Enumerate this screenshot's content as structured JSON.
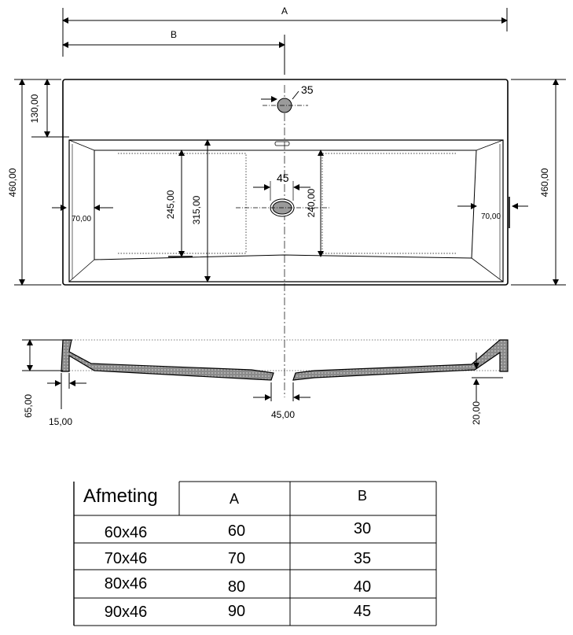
{
  "top_dimensions": {
    "a": "A",
    "b": "B"
  },
  "plan_view": {
    "depth_left": "460,00",
    "depth_right": "460,00",
    "back_ledge": "130,00",
    "tap_hole": "35",
    "drain": "45",
    "basin_depth_inner": "245,00",
    "basin_depth_outer": "315,00",
    "basin_depth_right": "240,00",
    "wall_left": "70,00",
    "wall_right": "70,00"
  },
  "section_view": {
    "height": "65,00",
    "edge": "15,00",
    "drain_width": "45,00",
    "slope": "20,00"
  },
  "table": {
    "headers": [
      "Afmeting",
      "A",
      "B"
    ],
    "rows": [
      [
        "60x46",
        "60",
        "30"
      ],
      [
        "70x46",
        "70",
        "35"
      ],
      [
        "80x46",
        "80",
        "40"
      ],
      [
        "90x46",
        "90",
        "45"
      ]
    ]
  },
  "colors": {
    "line": "#000000",
    "fill": "#9a9a9a",
    "background": "#ffffff"
  }
}
